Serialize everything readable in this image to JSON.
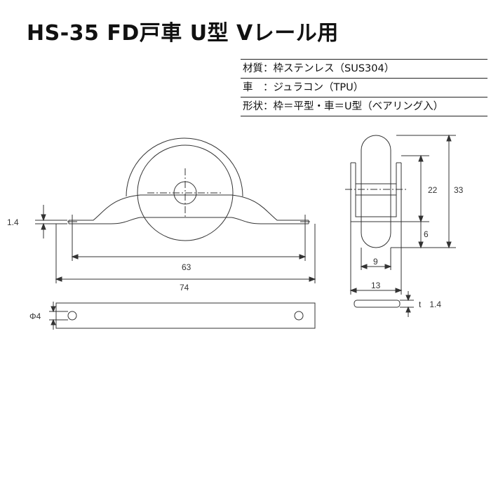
{
  "title": "HS-35 FD戸車 U型 Vレール用",
  "specs": [
    "材質：枠ステンレス（SUS304）",
    "車　：ジュラコン（TPU）",
    "形状：枠＝平型・車＝U型（ベアリング入）"
  ],
  "dimensions": {
    "plate_thickness_front": "1.4",
    "hole_pitch": "63",
    "total_length": "74",
    "hole_diameter": "Φ4",
    "side_upper": "22",
    "total_height": "33",
    "side_lower": "6",
    "wheel_width": "9",
    "frame_width": "13",
    "plate_thickness_side": "t　1.4"
  },
  "colors": {
    "line": "#333333",
    "background": "#ffffff"
  }
}
